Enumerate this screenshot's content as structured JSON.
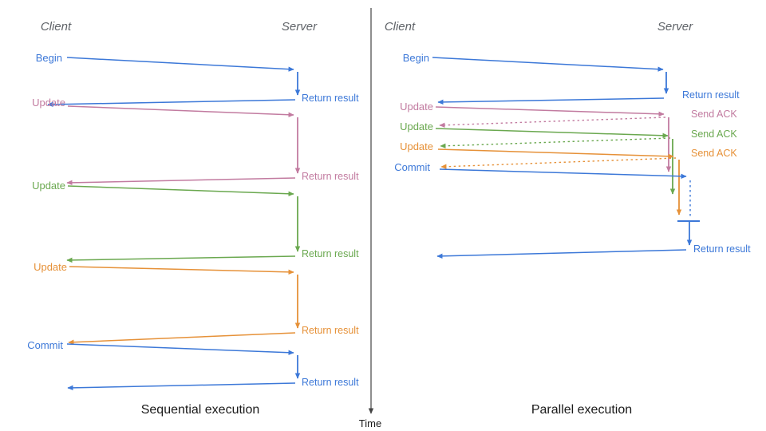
{
  "colors": {
    "blue": "#3c78d8",
    "pink": "#c27ba0",
    "green": "#6aa84f",
    "orange": "#e69138",
    "axis": "#434343",
    "header": "#5f6368"
  },
  "left_panel": {
    "client_header": "Client",
    "server_header": "Server",
    "caption": "Sequential execution",
    "ops": [
      {
        "label": "Begin",
        "result": "Return result"
      },
      {
        "label": "Update",
        "result": "Return result"
      },
      {
        "label": "Update",
        "result": "Return result"
      },
      {
        "label": "Update",
        "result": "Return result"
      },
      {
        "label": "Commit",
        "result": "Return result"
      }
    ]
  },
  "right_panel": {
    "client_header": "Client",
    "server_header": "Server",
    "caption": "Parallel execution",
    "ops": [
      {
        "label": "Begin",
        "result": "Return result"
      },
      {
        "label": "Update",
        "result": "Send ACK"
      },
      {
        "label": "Update",
        "result": "Send ACK"
      },
      {
        "label": "Update",
        "result": "Send ACK"
      },
      {
        "label": "Commit",
        "result": "Return result"
      }
    ]
  },
  "time_axis": {
    "label": "Time"
  }
}
